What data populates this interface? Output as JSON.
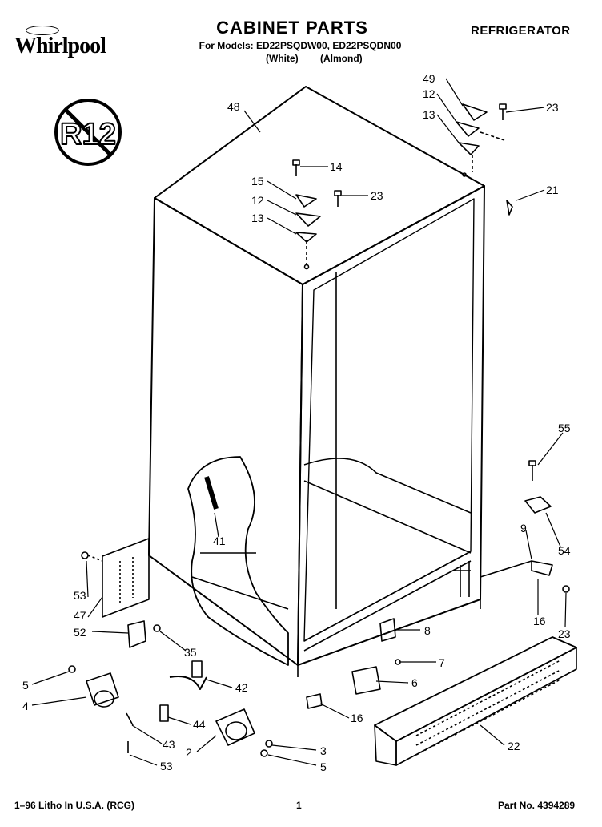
{
  "header": {
    "brand": "Whirlpool",
    "title": "CABINET PARTS",
    "models_line": "For Models: ED22PSQDW00, ED22PSQDN00",
    "variants": [
      "(White)",
      "(Almond)"
    ],
    "category": "REFRIGERATOR"
  },
  "badge": {
    "text": "R12"
  },
  "callouts": [
    {
      "id": "c49",
      "label": "49"
    },
    {
      "id": "c12a",
      "label": "12"
    },
    {
      "id": "c13a",
      "label": "13"
    },
    {
      "id": "c23a",
      "label": "23"
    },
    {
      "id": "c48",
      "label": "48"
    },
    {
      "id": "c14",
      "label": "14"
    },
    {
      "id": "c15",
      "label": "15"
    },
    {
      "id": "c12b",
      "label": "12"
    },
    {
      "id": "c23b",
      "label": "23"
    },
    {
      "id": "c13b",
      "label": "13"
    },
    {
      "id": "c21",
      "label": "21"
    },
    {
      "id": "c55",
      "label": "55"
    },
    {
      "id": "c9",
      "label": "9"
    },
    {
      "id": "c54",
      "label": "54"
    },
    {
      "id": "c41",
      "label": "41"
    },
    {
      "id": "c53a",
      "label": "53"
    },
    {
      "id": "c47",
      "label": "47"
    },
    {
      "id": "c52",
      "label": "52"
    },
    {
      "id": "c35",
      "label": "35"
    },
    {
      "id": "c16a",
      "label": "16"
    },
    {
      "id": "c23c",
      "label": "23"
    },
    {
      "id": "c8",
      "label": "8"
    },
    {
      "id": "c7",
      "label": "7"
    },
    {
      "id": "c6",
      "label": "6"
    },
    {
      "id": "c5a",
      "label": "5"
    },
    {
      "id": "c42",
      "label": "42"
    },
    {
      "id": "c4",
      "label": "4"
    },
    {
      "id": "c16b",
      "label": "16"
    },
    {
      "id": "c44",
      "label": "44"
    },
    {
      "id": "c43",
      "label": "43"
    },
    {
      "id": "c22",
      "label": "22"
    },
    {
      "id": "c2",
      "label": "2"
    },
    {
      "id": "c3",
      "label": "3"
    },
    {
      "id": "c5b",
      "label": "5"
    },
    {
      "id": "c53b",
      "label": "53"
    }
  ],
  "footer": {
    "left": "1–96 Litho In U.S.A. (RCG)",
    "page": "1",
    "part_no": "Part No. 4394289"
  }
}
